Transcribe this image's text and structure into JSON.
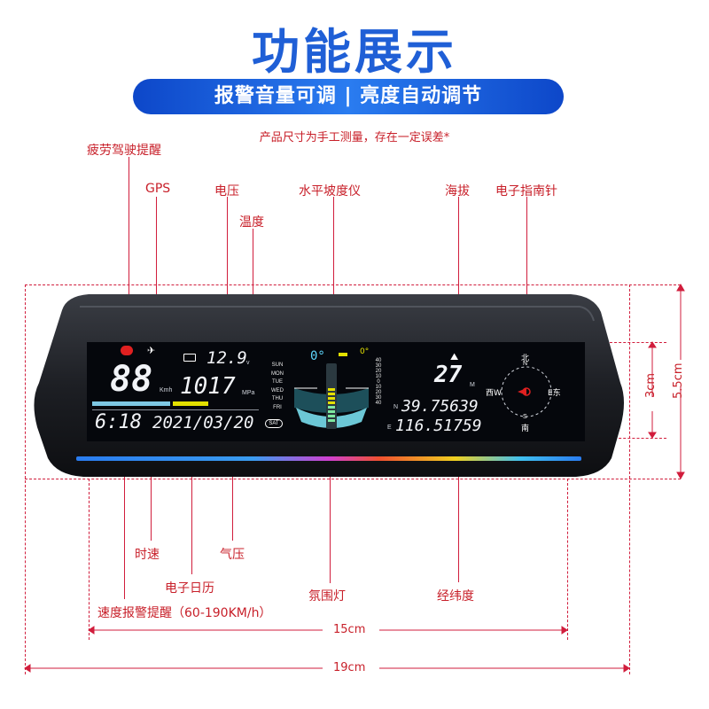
{
  "title": "功能展示",
  "banner": "报警音量可调 | 亮度自动调节",
  "note": "产品尺寸为手工测量，存在一定误差*",
  "labels": {
    "fatigue": "疲劳驾驶提醒",
    "gps": "GPS",
    "voltage": "电压",
    "temperature": "温度",
    "inclinometer": "水平坡度仪",
    "altitude": "海拔",
    "compass": "电子指南针",
    "speed": "时速",
    "pressure": "气压",
    "calendar": "电子日历",
    "ambient": "氛围灯",
    "latlon": "经纬度",
    "speed_alarm": "速度报警提醒（60-190KM/h）"
  },
  "dimensions": {
    "height_inner": "3cm",
    "height_outer": "5.5cm",
    "width_inner": "15cm",
    "width_outer": "19cm"
  },
  "display": {
    "speed": "88",
    "speed_unit": "Kmh",
    "voltage": "12.9",
    "voltage_unit": "v",
    "pressure": "1017",
    "pressure_unit": "MPa",
    "time": "6:18",
    "date": "2021/03/20",
    "weekdays": [
      "SUN",
      "MON",
      "TUE",
      "WED",
      "THU",
      "FRI"
    ],
    "weekday_selected": "SAT",
    "tilt_left": "0°",
    "tilt_right": "0°",
    "scale": [
      "40",
      "30",
      "20",
      "10",
      "0",
      "10",
      "20",
      "30",
      "40"
    ],
    "altitude": "27",
    "altitude_unit": "M",
    "lat_prefix": "N",
    "latitude": "39.75639",
    "lon_prefix": "E",
    "longitude": "116.51759",
    "compass_n": "北",
    "compass_n_letter": "N",
    "compass_e": "E东",
    "compass_w": "西W",
    "compass_s_letter": "S",
    "compass_s": "南"
  },
  "colors": {
    "title": "#1f5fd6",
    "label": "#c8202a",
    "warn_icon": "#e02020",
    "bar_cyan": "#7ec8e3",
    "bar_yellow": "#e3e000",
    "compass_needle": "#e02020"
  }
}
